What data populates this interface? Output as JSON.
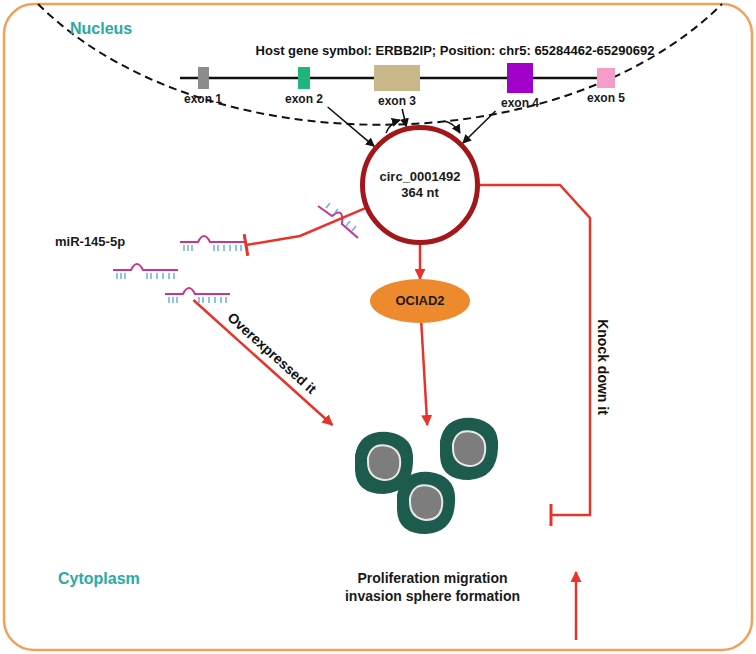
{
  "diagram": {
    "nodes": [
      {
        "text": [
          "exon 1"
        ]
      },
      {
        "text": [
          "exon 2"
        ]
      },
      {
        "text": [
          "exon 3"
        ]
      },
      {
        "text": [
          "exon 4"
        ]
      },
      {
        "text": [
          "exon 5"
        ]
      },
      {
        "text": [
          "circ_0001492 364 nt"
        ]
      },
      {
        "text": [
          "miR-145-5p"
        ]
      },
      {
        "text": [
          "OCIAD2"
        ]
      },
      {
        "text": [
          "Proliferation migration invasion sphere formation"
        ]
      }
    ],
    "edges": [
      {
        "from": 1,
        "to": 5,
        "arrow": "to"
      },
      {
        "from": 2,
        "to": 5,
        "arrow": "to"
      },
      {
        "from": 3,
        "to": 5,
        "arrow": "to"
      },
      {
        "from": 5,
        "to": 6,
        "arrow": "to"
      },
      {
        "from": 6,
        "to": 8,
        "label": "Overexpressed it",
        "arrow": "to"
      },
      {
        "from": 5,
        "to": 7,
        "arrow": "to"
      },
      {
        "from": 7,
        "to": 8,
        "arrow": "to"
      },
      {
        "from": 5,
        "to": 8,
        "label": "Knock down it",
        "arrow": "to"
      }
    ],
    "labels": [
      "Nucleus",
      "Host gene symbol: ERBB2IP; Position: chr5: 65284462-65290692",
      "Cytoplasm"
    ]
  }
}
